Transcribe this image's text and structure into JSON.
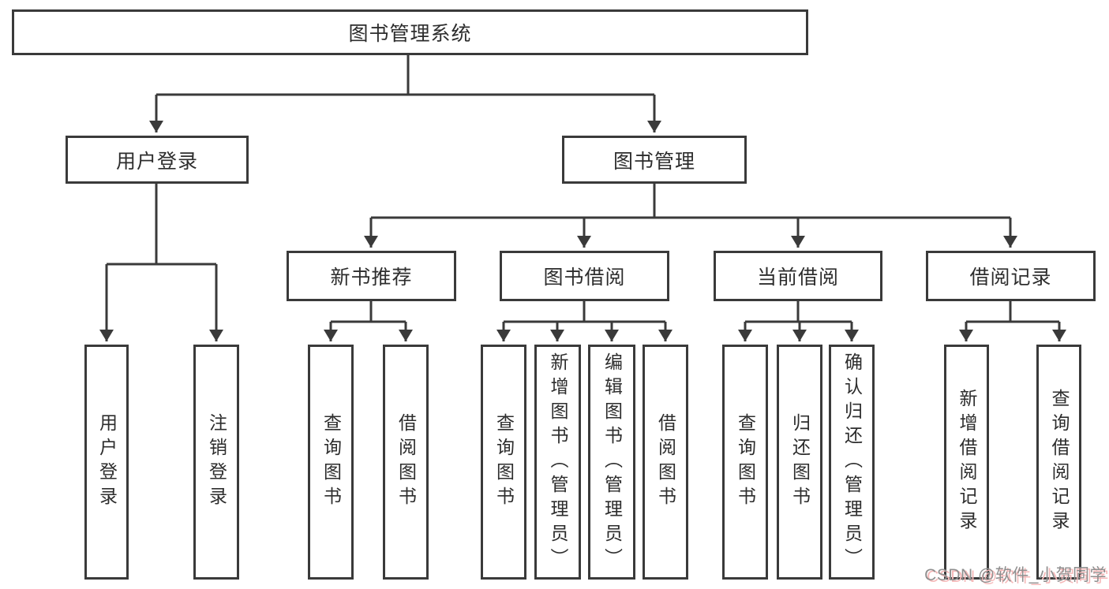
{
  "tree": {
    "root": {
      "label": "图书管理系统"
    },
    "level2": [
      {
        "label": "用户登录",
        "children": [
          {
            "label": "用户登录"
          },
          {
            "label": "注销登录"
          }
        ]
      },
      {
        "label": "图书管理",
        "children": [
          {
            "label": "新书推荐",
            "children": [
              {
                "label": "查询图书"
              },
              {
                "label": "借阅图书"
              }
            ]
          },
          {
            "label": "图书借阅",
            "children": [
              {
                "label": "查询图书"
              },
              {
                "label": "新增图书（管理员）"
              },
              {
                "label": "编辑图书（管理员）"
              },
              {
                "label": "借阅图书"
              }
            ]
          },
          {
            "label": "当前借阅",
            "children": [
              {
                "label": "查询图书"
              },
              {
                "label": "归还图书"
              },
              {
                "label": "确认归还（管理员）"
              }
            ]
          },
          {
            "label": "借阅记录",
            "children": [
              {
                "label": "新增借阅记录"
              },
              {
                "label": "查询借阅记录"
              }
            ]
          }
        ]
      }
    ]
  },
  "watermark": {
    "text": "CSDN @软件_小贺同学"
  },
  "colors": {
    "line": "#3a3a3a",
    "border": "#3a3a3a",
    "text": "#2d2d2d",
    "background": "#ffffff",
    "watermark_gray": "#8f8f8f",
    "watermark_pink": "#f5b8b8"
  }
}
